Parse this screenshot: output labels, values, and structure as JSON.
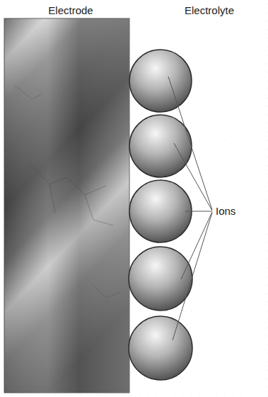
{
  "diagram": {
    "labels": [
      "Electrode",
      "Electrolyte",
      "Ions"
    ]
  }
}
